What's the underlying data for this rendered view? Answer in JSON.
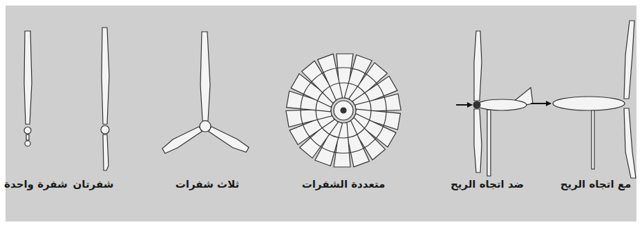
{
  "diagram": {
    "labels": [
      "مع اتجاه الريح",
      "ضد اتجاه الريح",
      "متعددة الشفرات",
      "ثلاث شفرات",
      "شفرتان",
      "شفرة واحدة"
    ]
  }
}
